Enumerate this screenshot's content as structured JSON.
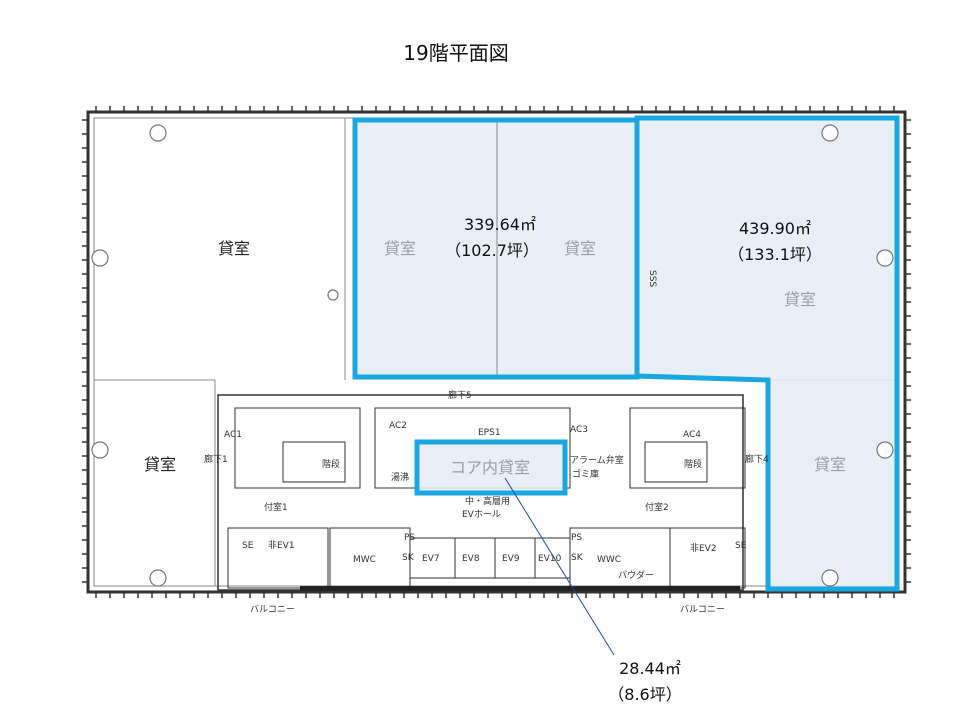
{
  "title": "19階平面図",
  "rooms": {
    "top_left": "貸室",
    "bottom_left": "貸室",
    "top_middle_a": "貸室",
    "top_middle_b": "貸室",
    "top_right": "貸室",
    "bottom_right": "貸室",
    "core": "コア内貸室"
  },
  "areas": {
    "middle": {
      "sqm": "339.64㎡",
      "tsubo": "（102.7坪）"
    },
    "right": {
      "sqm": "439.90㎡",
      "tsubo": "（133.1坪）"
    },
    "core": {
      "sqm": "28.44㎡",
      "tsubo": "（8.6坪）"
    }
  },
  "labels": {
    "corridor5": "廊下5",
    "corridor1": "廊下1",
    "corridor4": "廊下4",
    "ac1": "AC1",
    "ac2": "AC2",
    "ac3": "AC3",
    "ac4": "AC4",
    "eps1": "EPS1",
    "stairs": "階段",
    "kitchenette": "湯沸",
    "alarm_valve": "アラーム弁室",
    "garbage": "ゴミ庫",
    "annex1": "付室1",
    "annex2": "付室2",
    "ev_hall_1": "中・高層用",
    "ev_hall_2": "EVホール",
    "emergency_ev1": "非EV1",
    "emergency_ev2": "非EV2",
    "mwc": "MWC",
    "wwc": "WWC",
    "ps": "PS",
    "sk": "SK",
    "se": "SE",
    "powder": "パウダー",
    "ev7": "EV7",
    "ev8": "EV8",
    "ev9": "EV9",
    "ev10": "EV10",
    "balcony_left": "バルコニー",
    "balcony_right": "バルコニー",
    "sss": "SSS"
  },
  "colors": {
    "highlight": "#1aa7e0",
    "highlight_fill": "#e6edf5"
  }
}
